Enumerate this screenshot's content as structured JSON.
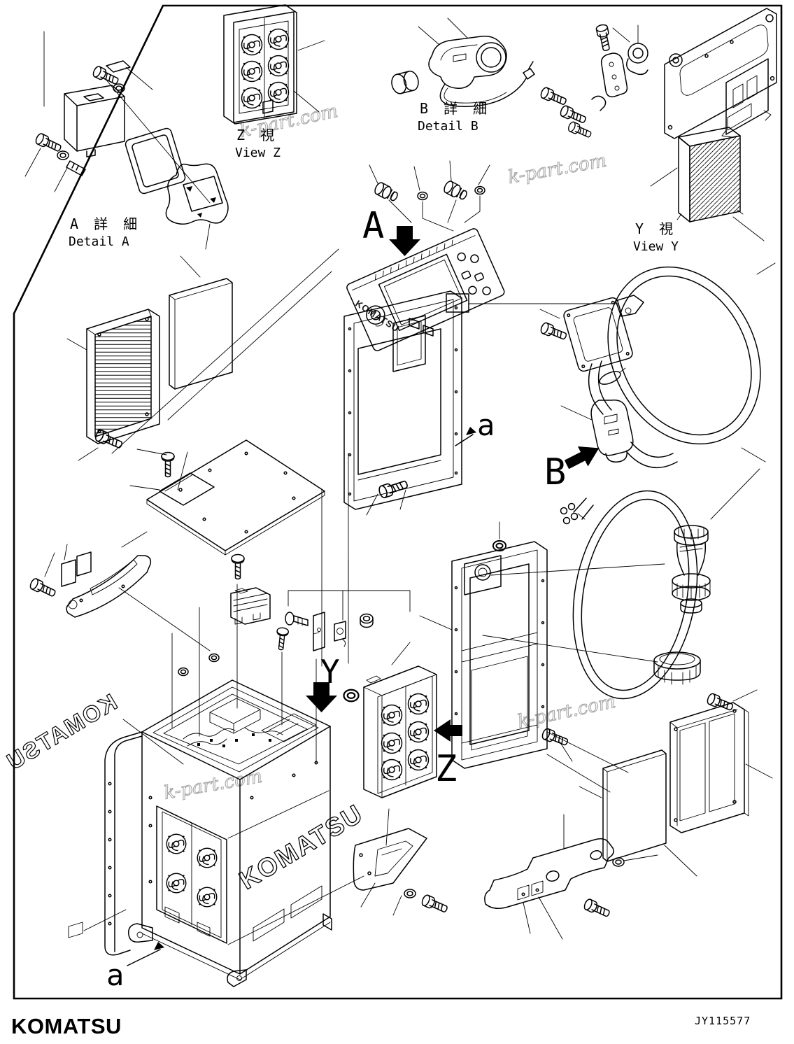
{
  "labels": {
    "detail_a_jp": "A 詳 細",
    "detail_a_en": "Detail A",
    "view_z_jp": "Z 視",
    "view_z_en": "View Z",
    "detail_b_jp": "B 詳 細",
    "detail_b_en": "Detail B",
    "view_y_jp": "Y 視",
    "view_y_en": "View Y"
  },
  "callouts": {
    "a_upper": "A",
    "b": "B",
    "y": "Y",
    "z": "Z",
    "a_lower_mid": "a",
    "a_lower_bottom": "a"
  },
  "brand": {
    "cabinet_decal": "KOMATSU",
    "cabinet_decal_back": "KOMATSU",
    "console_decal": "KOMATSU"
  },
  "watermark": {
    "text": "k-part.com"
  },
  "footer": {
    "logo": "KOMATSU",
    "drawing_number": "JY115577"
  }
}
